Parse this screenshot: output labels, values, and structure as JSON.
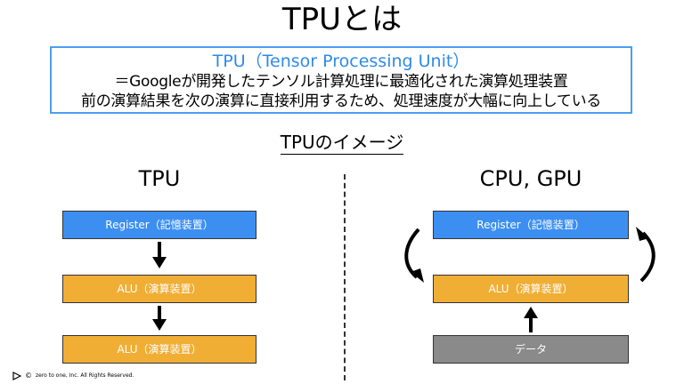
{
  "title": "TPUとは",
  "definition": {
    "heading": "TPU（Tensor Processing Unit）",
    "line1": "＝Googleが開発したテンソル計算処理に最適化された演算処理装置",
    "line2": "前の演算結果を次の演算に直接利用するため、処理速度が大幅に向上している"
  },
  "image_heading": "TPUのイメージ",
  "tpu": {
    "heading": "TPU",
    "register": "Register（記憶装置）",
    "alu1": "ALU（演算装置）",
    "alu2": "ALU（演算装置）"
  },
  "cpu_gpu": {
    "heading": "CPU, GPU",
    "register": "Register（記憶装置）",
    "alu": "ALU（演算装置）",
    "data": "データ"
  },
  "footer": {
    "copyright_symbol": "©",
    "text": "zero to one, Inc. All Rights Reserved."
  },
  "colors": {
    "register": "#3c8ff0",
    "alu": "#f0ae35",
    "data": "#8a8a8a",
    "definition_border": "#4a9ff0"
  }
}
